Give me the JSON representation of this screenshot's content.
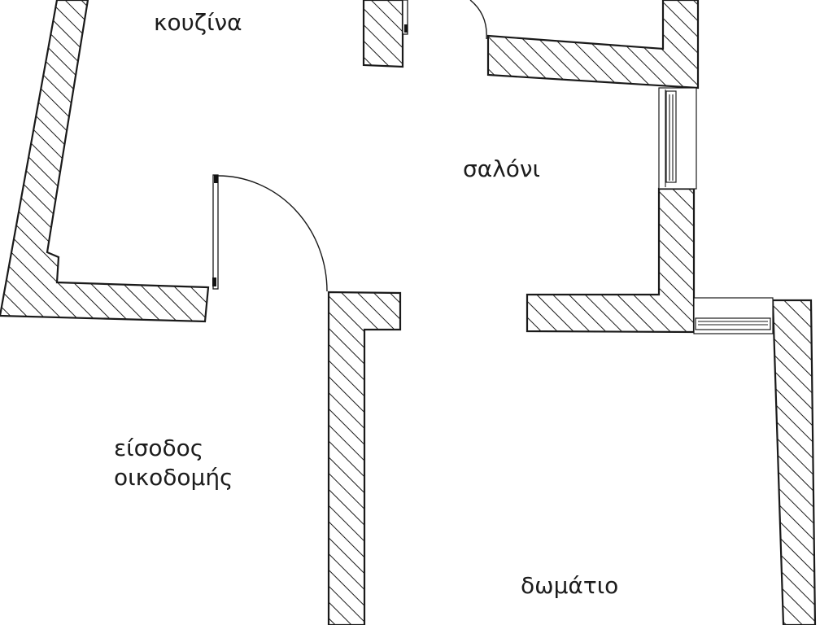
{
  "plan": {
    "colors": {
      "line": "#1a1a1a",
      "background": "#ffffff",
      "text": "#1c1c1c"
    },
    "rooms": [
      {
        "id": "kitchen",
        "label": "κουζίνα"
      },
      {
        "id": "living-room",
        "label": "σαλόνι"
      },
      {
        "id": "building-entrance",
        "label_line1": "είσοδος",
        "label_line2": "οικοδομής"
      },
      {
        "id": "bedroom",
        "label": "δωμάτιο"
      }
    ]
  }
}
